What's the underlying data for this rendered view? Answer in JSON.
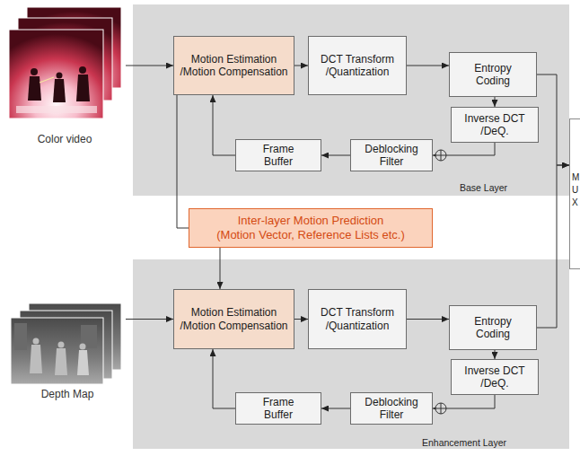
{
  "diagram": {
    "nodes": [
      {
        "text": [
          "Color video"
        ]
      },
      {
        "text": [
          "Base Layer"
        ]
      },
      {
        "text": [
          "Motion Estimation /Motion Compensation"
        ],
        "in": 1
      },
      {
        "text": [
          "DCT Transform /Quantization"
        ],
        "in": 1
      },
      {
        "text": [
          "Entropy Coding"
        ],
        "in": 1
      },
      {
        "text": [
          "Inverse DCT /DeQ."
        ],
        "in": 1
      },
      {
        "text": [
          "Deblocking Filter"
        ],
        "in": 1
      },
      {
        "text": [
          "Frame Buffer"
        ],
        "in": 1
      },
      {
        "text": [
          "Inter-layer Motion Prediction",
          "(Motion Vector, Reference Lists etc.)"
        ]
      },
      {
        "text": [
          "Depth Map"
        ]
      },
      {
        "text": [
          "Enhancement Layer"
        ]
      },
      {
        "text": [
          "Motion Estimation /Motion Compensation"
        ],
        "in": 10
      },
      {
        "text": [
          "DCT Transform /Quantization"
        ],
        "in": 10
      },
      {
        "text": [
          "Entropy Coding"
        ],
        "in": 10
      },
      {
        "text": [
          "Inverse DCT /DeQ."
        ],
        "in": 10
      },
      {
        "text": [
          "Deblocking Filter"
        ],
        "in": 10
      },
      {
        "text": [
          "Frame Buffer"
        ],
        "in": 10
      },
      {
        "text": [
          "M U X"
        ]
      }
    ],
    "edges": [
      {
        "from": 0,
        "to": 2,
        "arrow": "to"
      },
      {
        "from": 2,
        "to": 3,
        "arrow": "to"
      },
      {
        "from": 3,
        "to": 4,
        "arrow": "to"
      },
      {
        "from": 4,
        "to": 5,
        "arrow": "to"
      },
      {
        "from": 5,
        "to": 6,
        "arrow": "to"
      },
      {
        "from": 6,
        "to": 7,
        "arrow": "to"
      },
      {
        "from": 7,
        "to": 2,
        "arrow": "to"
      },
      {
        "from": 4,
        "to": 17,
        "arrow": "to"
      },
      {
        "from": 2,
        "to": 8,
        "arrow": "none"
      },
      {
        "from": 8,
        "to": 11,
        "arrow": "to"
      },
      {
        "from": 9,
        "to": 11,
        "arrow": "to"
      },
      {
        "from": 11,
        "to": 12,
        "arrow": "to"
      },
      {
        "from": 12,
        "to": 13,
        "arrow": "to"
      },
      {
        "from": 13,
        "to": 14,
        "arrow": "to"
      },
      {
        "from": 14,
        "to": 15,
        "arrow": "to"
      },
      {
        "from": 15,
        "to": 16,
        "arrow": "to"
      },
      {
        "from": 16,
        "to": 11,
        "arrow": "to"
      },
      {
        "from": 13,
        "to": 17,
        "arrow": "to"
      }
    ]
  }
}
